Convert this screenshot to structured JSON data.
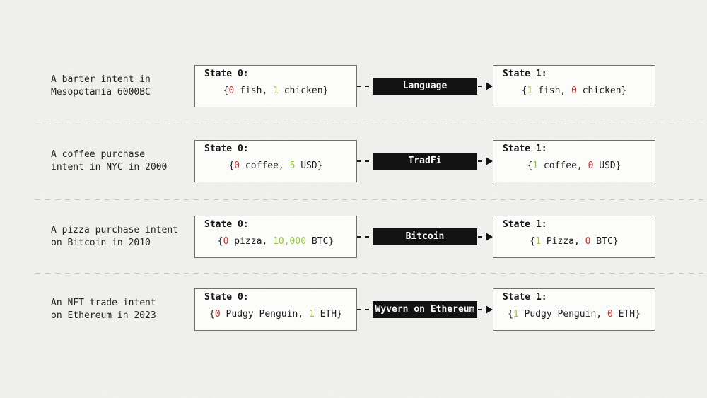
{
  "colors": {
    "red": "#d92828",
    "green": "#96c83c"
  },
  "rows": [
    {
      "label_lines": [
        "A barter intent in",
        "Mesopotamia 6000BC"
      ],
      "state0": {
        "title": "State 0:",
        "segments": [
          [
            "{",
            ""
          ],
          [
            "0",
            "red"
          ],
          [
            " fish, ",
            ""
          ],
          [
            "1",
            "green"
          ],
          [
            " chicken}",
            ""
          ]
        ]
      },
      "mechanism": "Language",
      "state1": {
        "title": "State 1:",
        "segments": [
          [
            "{",
            ""
          ],
          [
            "1",
            "green"
          ],
          [
            " fish, ",
            ""
          ],
          [
            "0",
            "red"
          ],
          [
            " chicken}",
            ""
          ]
        ]
      }
    },
    {
      "label_lines": [
        "A coffee purchase",
        "intent in NYC in 2000"
      ],
      "state0": {
        "title": "State 0:",
        "segments": [
          [
            "{",
            ""
          ],
          [
            "0",
            "red"
          ],
          [
            " coffee, ",
            ""
          ],
          [
            "5",
            "green"
          ],
          [
            " USD}",
            ""
          ]
        ]
      },
      "mechanism": "TradFi",
      "state1": {
        "title": "State 1:",
        "segments": [
          [
            "{",
            ""
          ],
          [
            "1",
            "green"
          ],
          [
            " coffee, ",
            ""
          ],
          [
            "0",
            "red"
          ],
          [
            " USD}",
            ""
          ]
        ]
      }
    },
    {
      "label_lines": [
        "A pizza purchase intent",
        "on Bitcoin in 2010"
      ],
      "state0": {
        "title": "State 0:",
        "segments": [
          [
            "{",
            ""
          ],
          [
            "0",
            "red"
          ],
          [
            " pizza, ",
            ""
          ],
          [
            "10,000",
            "green"
          ],
          [
            " BTC}",
            ""
          ]
        ]
      },
      "mechanism": "Bitcoin",
      "state1": {
        "title": "State 1:",
        "segments": [
          [
            "{",
            ""
          ],
          [
            "1",
            "green"
          ],
          [
            " Pizza, ",
            ""
          ],
          [
            "0",
            "red"
          ],
          [
            " BTC}",
            ""
          ]
        ]
      }
    },
    {
      "label_lines": [
        "An NFT trade intent",
        "on Ethereum in 2023"
      ],
      "state0": {
        "title": "State 0:",
        "segments": [
          [
            "{",
            ""
          ],
          [
            "0",
            "red"
          ],
          [
            " Pudgy Penguin, ",
            ""
          ],
          [
            "1",
            "green"
          ],
          [
            " ETH}",
            ""
          ]
        ]
      },
      "mechanism": "Wyvern on Ethereum",
      "state1": {
        "title": "State 1:",
        "segments": [
          [
            "{",
            ""
          ],
          [
            "1",
            "green"
          ],
          [
            " Pudgy Penguin, ",
            ""
          ],
          [
            "0",
            "red"
          ],
          [
            " ETH}",
            ""
          ]
        ]
      }
    }
  ]
}
